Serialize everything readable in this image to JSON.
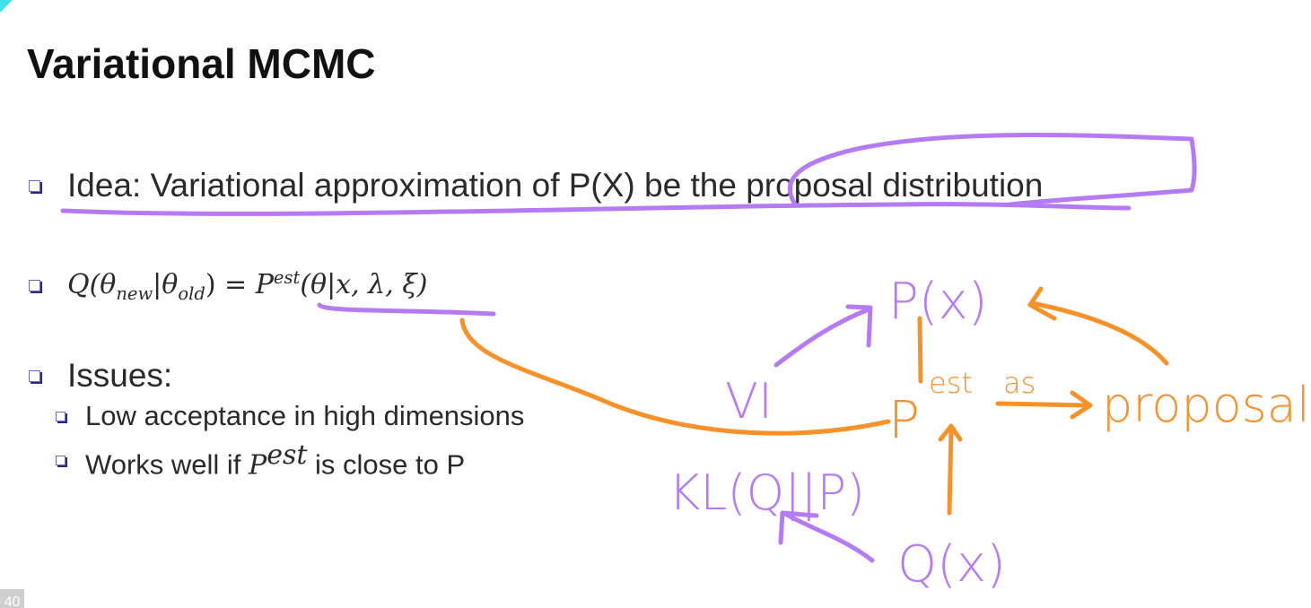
{
  "slide": {
    "title": "Variational MCMC",
    "bullets": [
      {
        "text": "Idea: Variational approximation of P(X) be the proposal distribution"
      },
      {
        "math_lhs": "Q(θ",
        "math_new": "new",
        "math_mid": "|θ",
        "math_old": "old",
        "math_eq": ") = ",
        "math_P": "P",
        "math_est": "est",
        "math_rhs": "(θ|x, λ, ξ)"
      },
      {
        "text": "Issues:"
      }
    ],
    "sub_bullets": [
      {
        "text": "Low acceptance in high dimensions"
      },
      {
        "prefix": "Works well if ",
        "P": "P",
        "est": "est",
        "suffix": " is close to P"
      }
    ],
    "page_number": "40"
  },
  "annotations": {
    "px": "P(x)",
    "vi": "VI",
    "pest": "P",
    "pest_sup": "est",
    "as": "as",
    "proposal": "proposal",
    "kl": "KL(Q||P)",
    "qx": "Q(x)",
    "colors": {
      "purple": "#b57bf5",
      "orange": "#f7922a"
    }
  }
}
